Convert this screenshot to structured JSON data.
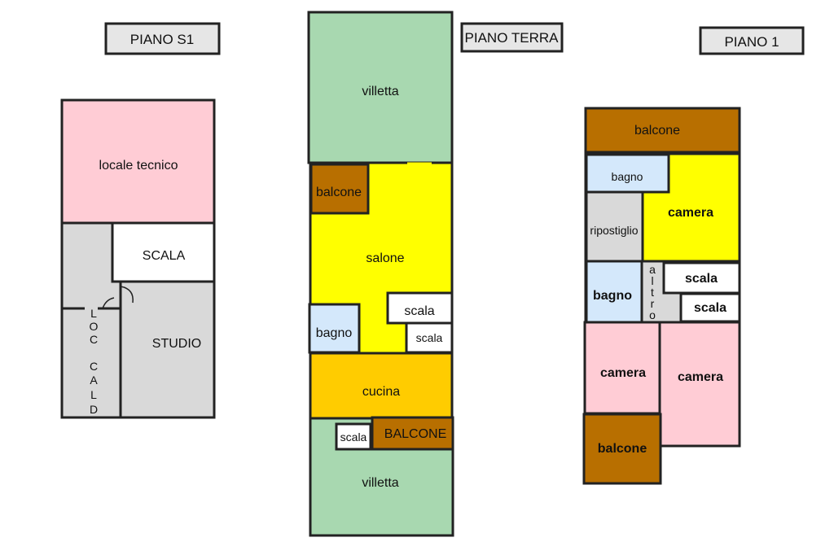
{
  "titles": {
    "s1": "PIANO S1",
    "terra": "PIANO TERRA",
    "p1": "PIANO 1"
  },
  "colors": {
    "pink": "#ffccd5",
    "gray": "#d9d9d9",
    "green": "#a8d8b0",
    "brown": "#b86f00",
    "yellow": "#ffff00",
    "orange": "#ffcc00",
    "lightblue": "#d4e8fb",
    "white": "#ffffff",
    "wall": "#222222"
  },
  "piano_s1": {
    "locale_tecnico": "locale tecnico",
    "scala": "SCALA",
    "studio": "STUDIO",
    "loc_cald": [
      "L",
      "O",
      "C",
      "",
      "C",
      "A",
      "L",
      "D"
    ]
  },
  "piano_terra": {
    "villetta_top": "villetta",
    "balcone": "balcone",
    "salone": "salone",
    "scala_big": "scala",
    "scala_small": "scala",
    "bagno": "bagno",
    "cucina": "cucina",
    "scala_bottom": "scala",
    "balcone_big": "BALCONE",
    "villetta_bottom": "villetta"
  },
  "piano_1": {
    "balcone_top": "balcone",
    "bagno_top": "bagno",
    "camera_yellow": "camera",
    "ripostiglio": "ripostiglio",
    "bagno": "bagno",
    "altro": [
      "a",
      "l",
      "t",
      "r",
      "o"
    ],
    "scala_1": "scala",
    "scala_2": "scala",
    "camera_left": "camera",
    "camera_right": "camera",
    "balcone_bottom": "balcone"
  }
}
